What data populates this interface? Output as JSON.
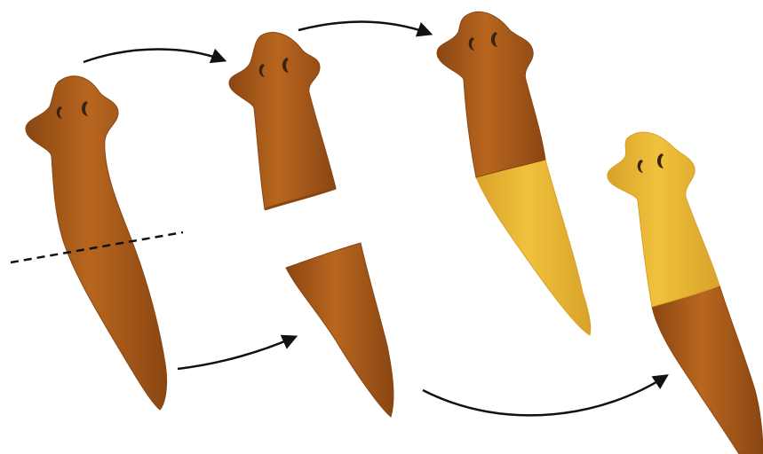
{
  "diagram": {
    "kind": "planarian-regeneration",
    "colors": {
      "original_tissue": "#b8661f",
      "original_tissue_dark": "#8a4612",
      "regenerated_tissue": "#f0c23c",
      "regenerated_tissue_dark": "#d9a22a",
      "eye": "#3a2410",
      "arrow": "#111111",
      "cut_line": "#111111"
    },
    "stages": [
      {
        "id": "whole-worm",
        "regenerated_part": "none"
      },
      {
        "id": "head-fragment",
        "regenerated_part": "none"
      },
      {
        "id": "tail-fragment",
        "regenerated_part": "none"
      },
      {
        "id": "head-regrows-tail",
        "regenerated_part": "tail"
      },
      {
        "id": "tail-regrows-head",
        "regenerated_part": "head"
      }
    ],
    "arrows": [
      {
        "from": "whole-worm",
        "to": "head-fragment"
      },
      {
        "from": "head-fragment",
        "to": "head-regrows-tail"
      },
      {
        "from": "whole-worm",
        "to": "tail-fragment"
      },
      {
        "from": "tail-fragment",
        "to": "tail-regrows-head"
      }
    ],
    "cut_line": {
      "style": "dashed"
    }
  }
}
